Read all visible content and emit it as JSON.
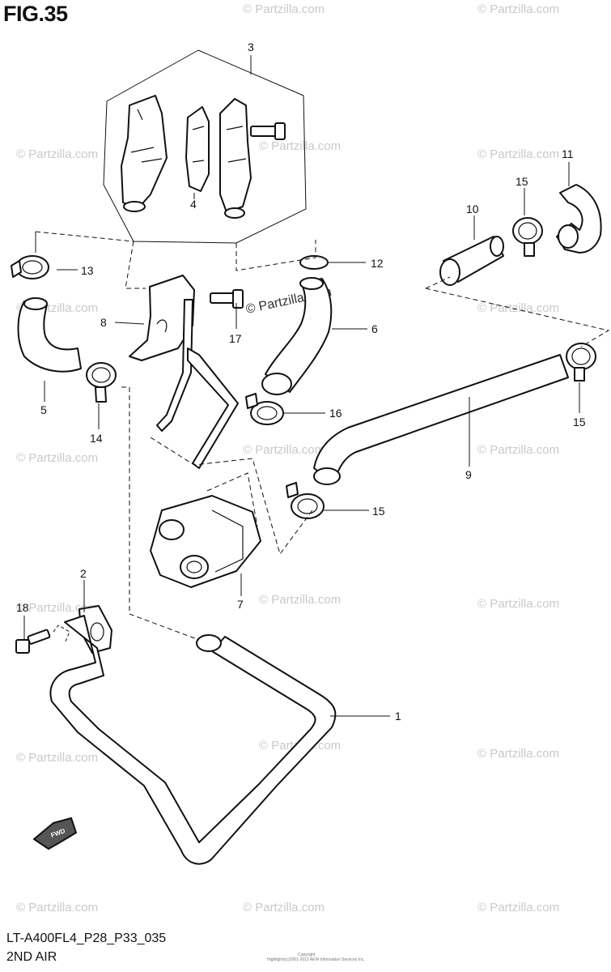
{
  "figure": {
    "title": "FIG.35",
    "model_code": "LT-A400FL4_P28_P33_035",
    "section_name": "2ND AIR"
  },
  "watermark": {
    "text": "© Partzilla.com",
    "main_text": "© Partzilla.com"
  },
  "fwd_label": "FWD",
  "fine_print": {
    "line1": "Copyright",
    "line2": "Highlights(c)2001-2012 AEW Information Services Inc."
  },
  "callouts": [
    {
      "id": "1",
      "label": "1"
    },
    {
      "id": "2",
      "label": "2"
    },
    {
      "id": "3",
      "label": "3"
    },
    {
      "id": "4",
      "label": "4"
    },
    {
      "id": "5",
      "label": "5"
    },
    {
      "id": "6",
      "label": "6"
    },
    {
      "id": "7",
      "label": "7"
    },
    {
      "id": "8",
      "label": "8"
    },
    {
      "id": "9",
      "label": "9"
    },
    {
      "id": "10",
      "label": "10"
    },
    {
      "id": "11",
      "label": "11"
    },
    {
      "id": "12",
      "label": "12"
    },
    {
      "id": "13",
      "label": "13"
    },
    {
      "id": "14",
      "label": "14"
    },
    {
      "id": "15a",
      "label": "15"
    },
    {
      "id": "15b",
      "label": "15"
    },
    {
      "id": "15c",
      "label": "15"
    },
    {
      "id": "16",
      "label": "16"
    },
    {
      "id": "17",
      "label": "17"
    },
    {
      "id": "18",
      "label": "18"
    }
  ]
}
